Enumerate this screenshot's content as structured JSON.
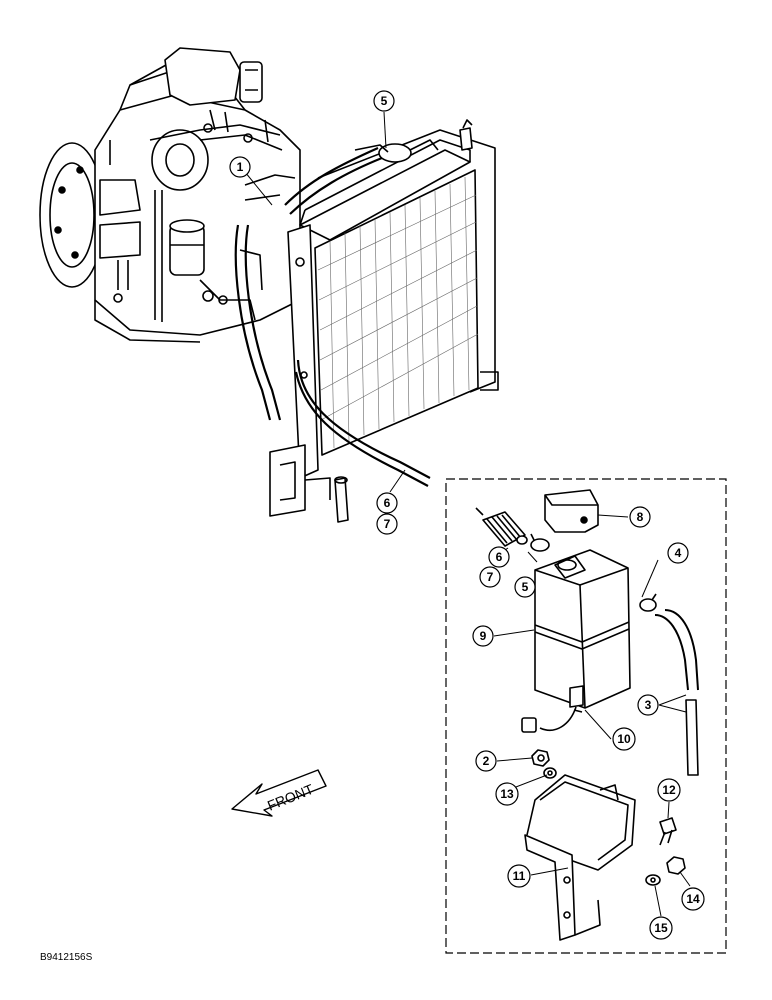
{
  "diagram": {
    "drawing_code": "B9412156S",
    "front_label": "FRONT",
    "callouts": [
      {
        "id": "c1",
        "label": "1"
      },
      {
        "id": "c5a",
        "label": "5"
      },
      {
        "id": "c6a",
        "label": "6"
      },
      {
        "id": "c7a",
        "label": "7"
      },
      {
        "id": "c8",
        "label": "8"
      },
      {
        "id": "c6b",
        "label": "6"
      },
      {
        "id": "c7b",
        "label": "7"
      },
      {
        "id": "c5b",
        "label": "5"
      },
      {
        "id": "c4",
        "label": "4"
      },
      {
        "id": "c9",
        "label": "9"
      },
      {
        "id": "c3",
        "label": "3"
      },
      {
        "id": "c10",
        "label": "10"
      },
      {
        "id": "c2",
        "label": "2"
      },
      {
        "id": "c13",
        "label": "13"
      },
      {
        "id": "c12",
        "label": "12"
      },
      {
        "id": "c11",
        "label": "11"
      },
      {
        "id": "c14",
        "label": "14"
      },
      {
        "id": "c15",
        "label": "15"
      }
    ]
  }
}
